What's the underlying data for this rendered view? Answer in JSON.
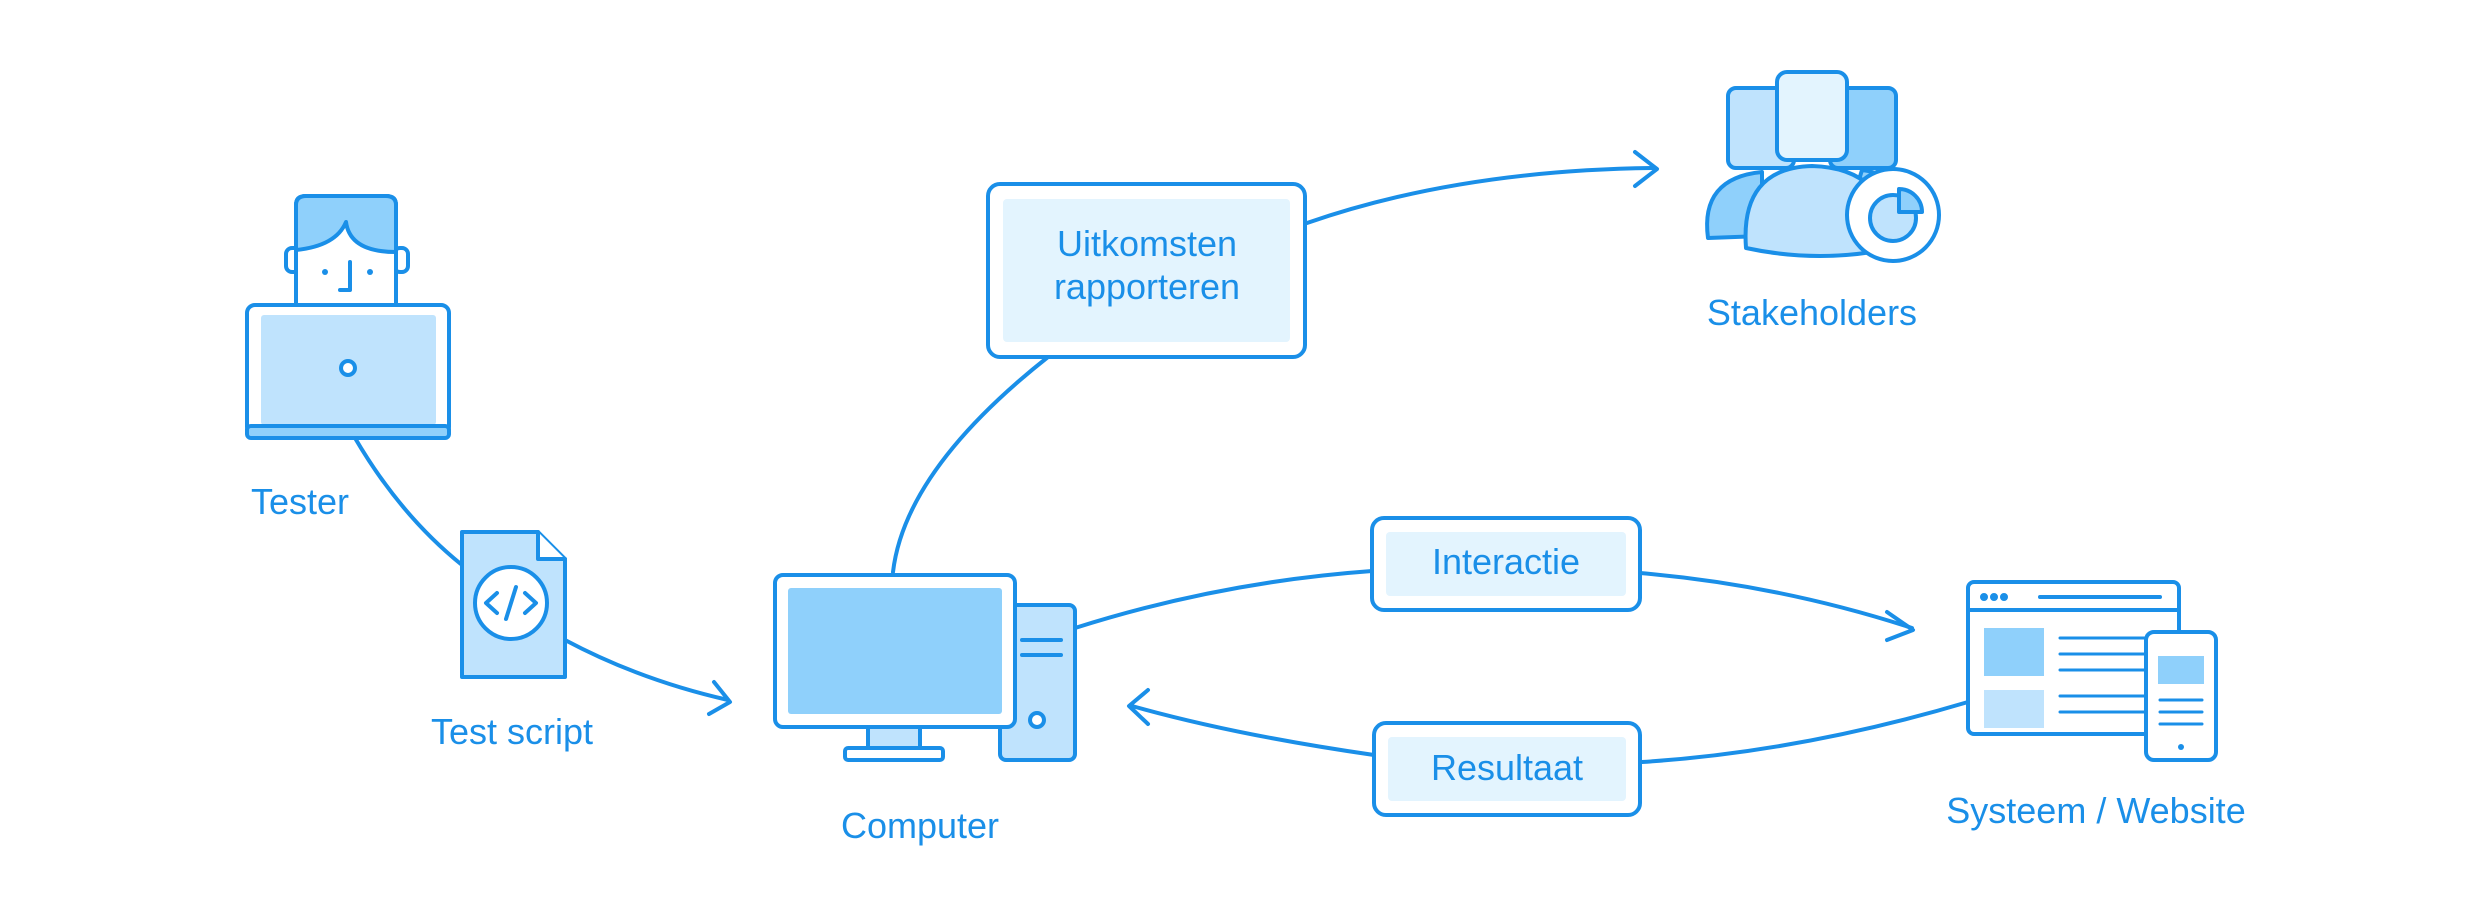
{
  "colors": {
    "stroke": "#1a8fe8",
    "fill_light": "#e3f4fe",
    "fill_mid": "#bfe3fd",
    "fill_strong": "#8fd0fb",
    "background": "#ffffff"
  },
  "nodes": {
    "tester": {
      "label": "Tester",
      "icon": "person-laptop-icon"
    },
    "test_script": {
      "label": "Test script",
      "icon": "code-document-icon"
    },
    "computer": {
      "label": "Computer",
      "icon": "desktop-computer-icon"
    },
    "stakeholders": {
      "label": "Stakeholders",
      "icon": "group-pie-chart-icon"
    },
    "system": {
      "label": "Systeem / Website",
      "icon": "browser-mobile-icon"
    }
  },
  "boxes": {
    "report": {
      "line1": "Uitkomsten",
      "line2": "rapporteren"
    },
    "interaction": {
      "label": "Interactie"
    },
    "result": {
      "label": "Resultaat"
    }
  }
}
